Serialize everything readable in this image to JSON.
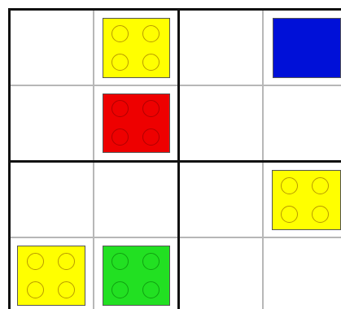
{
  "colors": {
    "yellow": "#ffff00",
    "yellow_stud": "#b89a00",
    "blue": "#0010d8",
    "red": "#ee0000",
    "red_stud": "#b00000",
    "green": "#22e022",
    "green_stud": "#10a010",
    "grid_thick": "#111111",
    "grid_thin": "#b7b7b7"
  },
  "board": {
    "visible_rows": 4,
    "visible_columns": 4,
    "pieces": [
      {
        "row": 1,
        "col": 2,
        "color": "yellow",
        "studs_visible": true
      },
      {
        "row": 1,
        "col": 4,
        "color": "blue",
        "studs_visible": false
      },
      {
        "row": 2,
        "col": 2,
        "color": "red",
        "studs_visible": true
      },
      {
        "row": 3,
        "col": 4,
        "color": "yellow",
        "studs_visible": true
      },
      {
        "row": 4,
        "col": 1,
        "color": "yellow",
        "studs_visible": true
      },
      {
        "row": 4,
        "col": 2,
        "color": "green",
        "studs_visible": true
      }
    ]
  }
}
